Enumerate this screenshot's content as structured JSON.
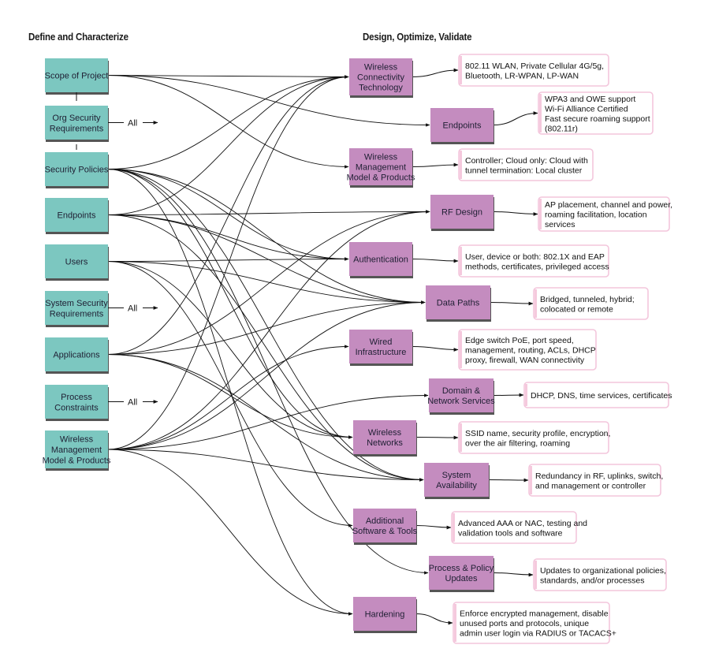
{
  "headings": {
    "left": "Define and Characterize",
    "right": "Design, Optimize, Validate"
  },
  "colors": {
    "left_box": "#7cc7c0",
    "right_box": "#c48cbf",
    "desc_border": "#f3c6dc",
    "desc_accent": "#f5c9dd",
    "line": "#111111",
    "shadow": "#555555"
  },
  "left_nodes": [
    {
      "id": "scope",
      "lines": [
        "Scope of Project"
      ],
      "all": false
    },
    {
      "id": "org",
      "lines": [
        "Org Security",
        "Requirements"
      ],
      "all": true
    },
    {
      "id": "secpol",
      "lines": [
        "Security Policies"
      ],
      "all": false
    },
    {
      "id": "endpoints",
      "lines": [
        "Endpoints"
      ],
      "all": false
    },
    {
      "id": "users",
      "lines": [
        "Users"
      ],
      "all": false
    },
    {
      "id": "syssec",
      "lines": [
        "System Security",
        "Requirements"
      ],
      "all": true
    },
    {
      "id": "apps",
      "lines": [
        "Applications"
      ],
      "all": false
    },
    {
      "id": "process",
      "lines": [
        "Process",
        "Constraints"
      ],
      "all": true
    },
    {
      "id": "wmm",
      "lines": [
        "Wireless",
        "Management",
        "Model & Products"
      ],
      "all": false
    }
  ],
  "all_label": "All",
  "right_nodes": [
    {
      "id": "wct",
      "lines": [
        "Wireless",
        "Connectivity",
        "Technology"
      ],
      "desc": [
        "802.11 WLAN, Private Cellular 4G/5g,",
        "Bluetooth, LR-WPAN, LP-WAN"
      ]
    },
    {
      "id": "ep",
      "lines": [
        "Endpoints"
      ],
      "desc": [
        "WPA3 and OWE support",
        "Wi-Fi Alliance Certified",
        "Fast secure roaming support",
        "(802.11r)"
      ]
    },
    {
      "id": "wmmp",
      "lines": [
        "Wireless",
        "Management",
        "Model & Products"
      ],
      "desc": [
        "Controller; Cloud only: Cloud with",
        "tunnel termination: Local cluster"
      ]
    },
    {
      "id": "rf",
      "lines": [
        "RF Design"
      ],
      "desc": [
        "AP placement, channel and power,",
        "roaming facilitation, location",
        "services"
      ]
    },
    {
      "id": "auth",
      "lines": [
        "Authentication"
      ],
      "desc": [
        "User, device or both: 802.1X and EAP",
        "methods, certificates, privileged access"
      ]
    },
    {
      "id": "dp",
      "lines": [
        "Data Paths"
      ],
      "desc": [
        "Bridged, tunneled, hybrid;",
        "colocated or remote"
      ]
    },
    {
      "id": "wired",
      "lines": [
        "Wired",
        "Infrastructure"
      ],
      "desc": [
        "Edge switch PoE, port speed,",
        "management, routing, ACLs, DHCP",
        "proxy, firewall, WAN connectivity"
      ]
    },
    {
      "id": "dns",
      "lines": [
        "Domain &",
        "Network Services"
      ],
      "desc": [
        "DHCP, DNS, time services, certificates"
      ]
    },
    {
      "id": "wn",
      "lines": [
        "Wireless",
        "Networks"
      ],
      "desc": [
        "SSID name, security profile, encryption,",
        "over the air filtering, roaming"
      ]
    },
    {
      "id": "sa",
      "lines": [
        "System",
        "Availability"
      ],
      "desc": [
        "Redundancy in RF, uplinks, switch,",
        "and management or controller"
      ]
    },
    {
      "id": "ast",
      "lines": [
        "Additional",
        "Software & Tools"
      ],
      "desc": [
        "Advanced AAA or NAC, testing and",
        "validation tools and software"
      ]
    },
    {
      "id": "ppu",
      "lines": [
        "Process & Policy",
        "Updates"
      ],
      "desc": [
        "Updates to organizational policies,",
        "standards, and/or processes"
      ]
    },
    {
      "id": "hard",
      "lines": [
        "Hardening"
      ],
      "desc": [
        "Enforce encrypted management, disable",
        "unused ports and protocols, unique",
        "admin user login via RADIUS or TACACS+"
      ]
    }
  ],
  "connections": [
    [
      "scope",
      "wct"
    ],
    [
      "scope",
      "ep"
    ],
    [
      "scope",
      "wmmp"
    ],
    [
      "secpol",
      "wct"
    ],
    [
      "secpol",
      "auth"
    ],
    [
      "secpol",
      "dp"
    ],
    [
      "secpol",
      "wn"
    ],
    [
      "secpol",
      "sa"
    ],
    [
      "secpol",
      "ppu"
    ],
    [
      "secpol",
      "hard"
    ],
    [
      "endpoints",
      "wct"
    ],
    [
      "endpoints",
      "rf"
    ],
    [
      "endpoints",
      "auth"
    ],
    [
      "endpoints",
      "dp"
    ],
    [
      "endpoints",
      "sa"
    ],
    [
      "users",
      "auth"
    ],
    [
      "users",
      "dp"
    ],
    [
      "users",
      "wn"
    ],
    [
      "users",
      "ast"
    ],
    [
      "apps",
      "wct"
    ],
    [
      "apps",
      "rf"
    ],
    [
      "apps",
      "dp"
    ],
    [
      "apps",
      "wn"
    ],
    [
      "apps",
      "sa"
    ],
    [
      "wmm",
      "wct"
    ],
    [
      "wmm",
      "rf"
    ],
    [
      "wmm",
      "dp"
    ],
    [
      "wmm",
      "wired"
    ],
    [
      "wmm",
      "dns"
    ],
    [
      "wmm",
      "sa"
    ],
    [
      "wmm",
      "hard"
    ]
  ]
}
